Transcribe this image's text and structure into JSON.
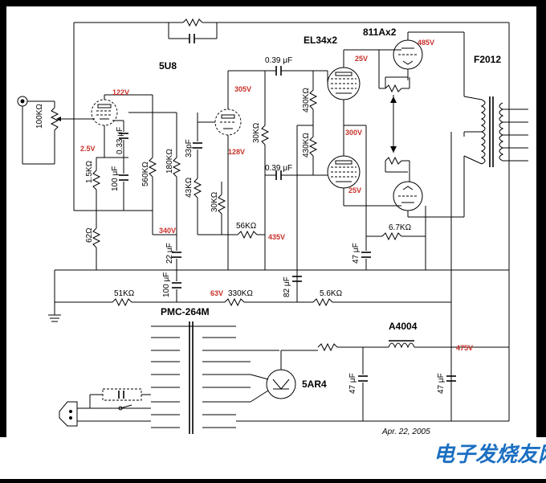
{
  "title_tubes": {
    "el34": "EL34x2",
    "a811": "811Ax2",
    "u8": "5U8",
    "ar4": "5AR4",
    "pmc": "PMC-264M",
    "a4004": "A4004",
    "f2012": "F2012"
  },
  "voltages": {
    "v122": "122V",
    "v25a": "2.5V",
    "v305": "305V",
    "v128": "128V",
    "v25b": "25V",
    "v300": "300V",
    "v25c": "25V",
    "v485": "485V",
    "v340": "340V",
    "v435": "435V",
    "v63": "63V",
    "v475": "475V"
  },
  "components": {
    "r100k": "100KΩ",
    "c033a": "0.33 μF",
    "r15k": "1.5KΩ",
    "c100a": "100 μF",
    "r560k": "560KΩ",
    "r180k": "180KΩ",
    "c33p": "33pF",
    "r43k": "43KΩ",
    "r62": "62Ω",
    "c039a": "0.39 μF",
    "c039b": "0.39 μF",
    "r30k1": "30KΩ",
    "r430k1": "430KΩ",
    "r430k2": "430KΩ",
    "r30k2": "30KΩ",
    "r56k": "56KΩ",
    "c22": "22 μF",
    "r67k": "6.7KΩ",
    "c47a": "47 μF",
    "c100b": "100 μF",
    "r51k": "51KΩ",
    "r330k": "330KΩ",
    "c82": "82 μF",
    "r56k2": "5.6KΩ",
    "c47b": "47 μF",
    "c47c": "47 μF"
  },
  "date": "Apr. 22, 2005",
  "watermark": "电子发烧友网"
}
